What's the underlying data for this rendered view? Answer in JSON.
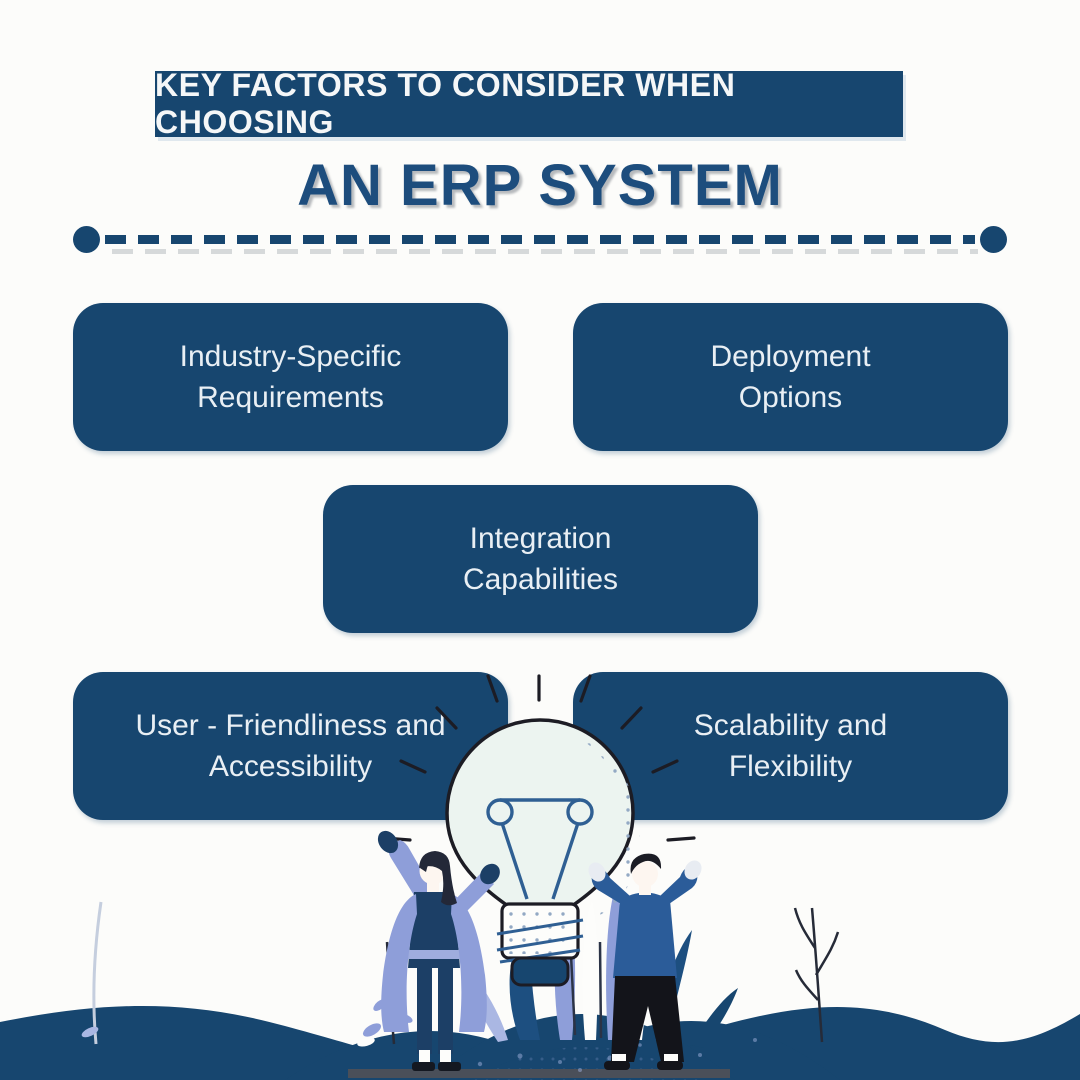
{
  "header": {
    "kicker": "KEY FACTORS TO CONSIDER WHEN CHOOSING",
    "title": "AN ERP SYSTEM"
  },
  "factors": [
    {
      "label": "Industry-Specific\nRequirements"
    },
    {
      "label": "Deployment\nOptions"
    },
    {
      "label": "Integration\nCapabilities"
    },
    {
      "label": "User - Friendliness and\nAccessibility"
    },
    {
      "label": "Scalability and\nFlexibility"
    }
  ],
  "colors": {
    "navy": "#17466F",
    "title_blue": "#1D4D7D",
    "card_text": "#E9EFF4",
    "background": "#FCFCFA",
    "periwinkle": "#8E9ED9",
    "figure_blue": "#2B5C99",
    "bulb_fill": "#ECF4F0",
    "filament_blue": "#2F5F93"
  }
}
